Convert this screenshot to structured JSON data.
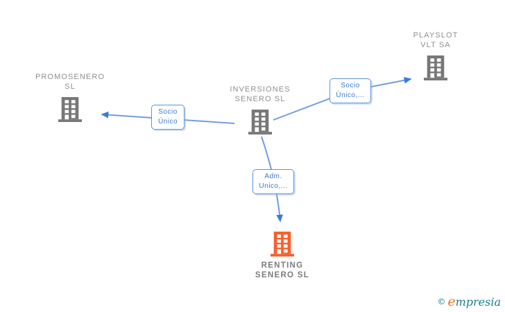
{
  "diagram": {
    "title": "company-ownership-graph",
    "nodes": [
      {
        "id": "promosenero",
        "line1": "PROMOSENERO",
        "line2": "SL",
        "icon": "building-icon",
        "color": "#777777"
      },
      {
        "id": "inversiones",
        "line1": "INVERSIONES",
        "line2": "SENERO SL",
        "icon": "building-icon",
        "color": "#777777"
      },
      {
        "id": "playslot",
        "line1": "PLAYSLOT",
        "line2": "VLT SA",
        "icon": "building-icon",
        "color": "#777777"
      },
      {
        "id": "renting",
        "line1": "RENTING",
        "line2": "SENERO SL",
        "icon": "building-icon",
        "color": "#fa5f2c",
        "highlighted": true
      }
    ],
    "edges": [
      {
        "from": "inversiones",
        "to": "promosenero",
        "label": "Socio Único"
      },
      {
        "from": "inversiones",
        "to": "playslot",
        "label": "Socio Único,..."
      },
      {
        "from": "inversiones",
        "to": "renting",
        "label": "Adm. Unico,..."
      }
    ]
  },
  "watermark": {
    "symbol": "©",
    "brand_initial": "e",
    "brand_rest": "mpresia"
  },
  "colors": {
    "building_gray": "#777777",
    "building_highlight_orange": "#fa5f2c",
    "node_label_gray": "#8f8f8f",
    "edge_line_blue": "#6f9ce2",
    "arrow_blue": "#3a7bdc",
    "label_box_border_blue": "#5b94dd",
    "label_box_text_blue": "#3a78cc",
    "watermark_teal": "#18808e",
    "watermark_orange": "#ef7723"
  }
}
